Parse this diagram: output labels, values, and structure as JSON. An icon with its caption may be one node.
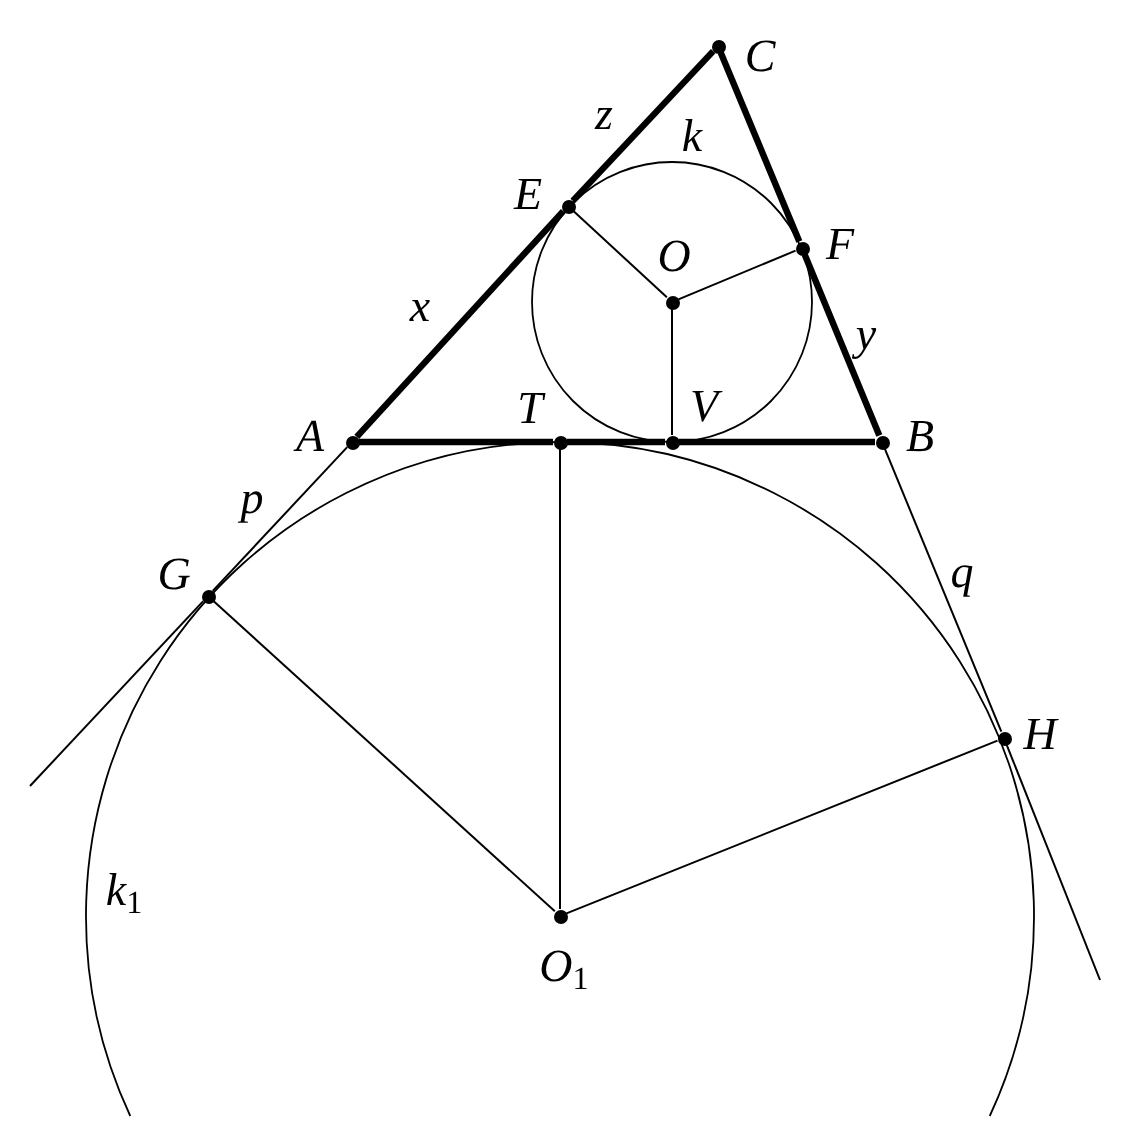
{
  "diagram": {
    "nodes": [
      {
        "text": [
          "C"
        ]
      },
      {
        "text": [
          "E"
        ]
      },
      {
        "text": [
          "F"
        ]
      },
      {
        "text": [
          "O"
        ]
      },
      {
        "text": [
          "A"
        ]
      },
      {
        "text": [
          "T"
        ]
      },
      {
        "text": [
          "V"
        ]
      },
      {
        "text": [
          "B"
        ]
      },
      {
        "text": [
          "G"
        ]
      },
      {
        "text": [
          "H"
        ]
      },
      {
        "text": [
          "O$_{1}$"
        ]
      }
    ],
    "edges": [
      {
        "from": 4,
        "to": 1,
        "arrow": "none",
        "style": "thick",
        "label": "x"
      },
      {
        "from": 1,
        "to": 0,
        "arrow": "none",
        "style": "thick",
        "label": "z"
      },
      {
        "from": 0,
        "to": 2,
        "arrow": "none",
        "style": "thick"
      },
      {
        "from": 2,
        "to": 7,
        "arrow": "none",
        "style": "thick",
        "label": "y"
      },
      {
        "from": 4,
        "to": 5,
        "arrow": "none",
        "style": "thick"
      },
      {
        "from": 5,
        "to": 6,
        "arrow": "none",
        "style": "thick"
      },
      {
        "from": 6,
        "to": 7,
        "arrow": "none",
        "style": "thick"
      },
      {
        "from": 3,
        "to": 1,
        "arrow": "none"
      },
      {
        "from": 3,
        "to": 2,
        "arrow": "none"
      },
      {
        "from": 3,
        "to": 6,
        "arrow": "none"
      },
      {
        "from": 4,
        "to": 8,
        "arrow": "none",
        "label": "p"
      },
      {
        "from": 8,
        "to": null,
        "arrow": "none"
      },
      {
        "from": 7,
        "to": 9,
        "arrow": "none",
        "label": "q"
      },
      {
        "from": 9,
        "to": null,
        "arrow": "none"
      },
      {
        "from": 5,
        "to": 10,
        "arrow": "none"
      },
      {
        "from": 8,
        "to": 10,
        "arrow": "none"
      },
      {
        "from": 9,
        "to": 10,
        "arrow": "none"
      }
    ],
    "labels": [
      "k",
      "k$_{1}$"
    ]
  }
}
